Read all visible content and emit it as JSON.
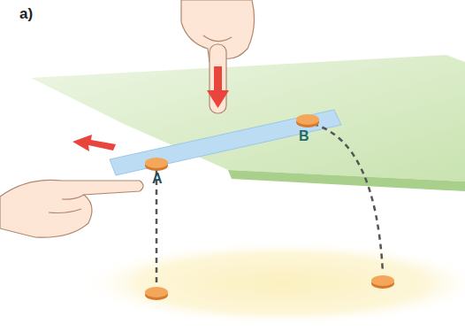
{
  "diagram": {
    "labels": [
      "a)",
      "A",
      "B"
    ]
  }
}
